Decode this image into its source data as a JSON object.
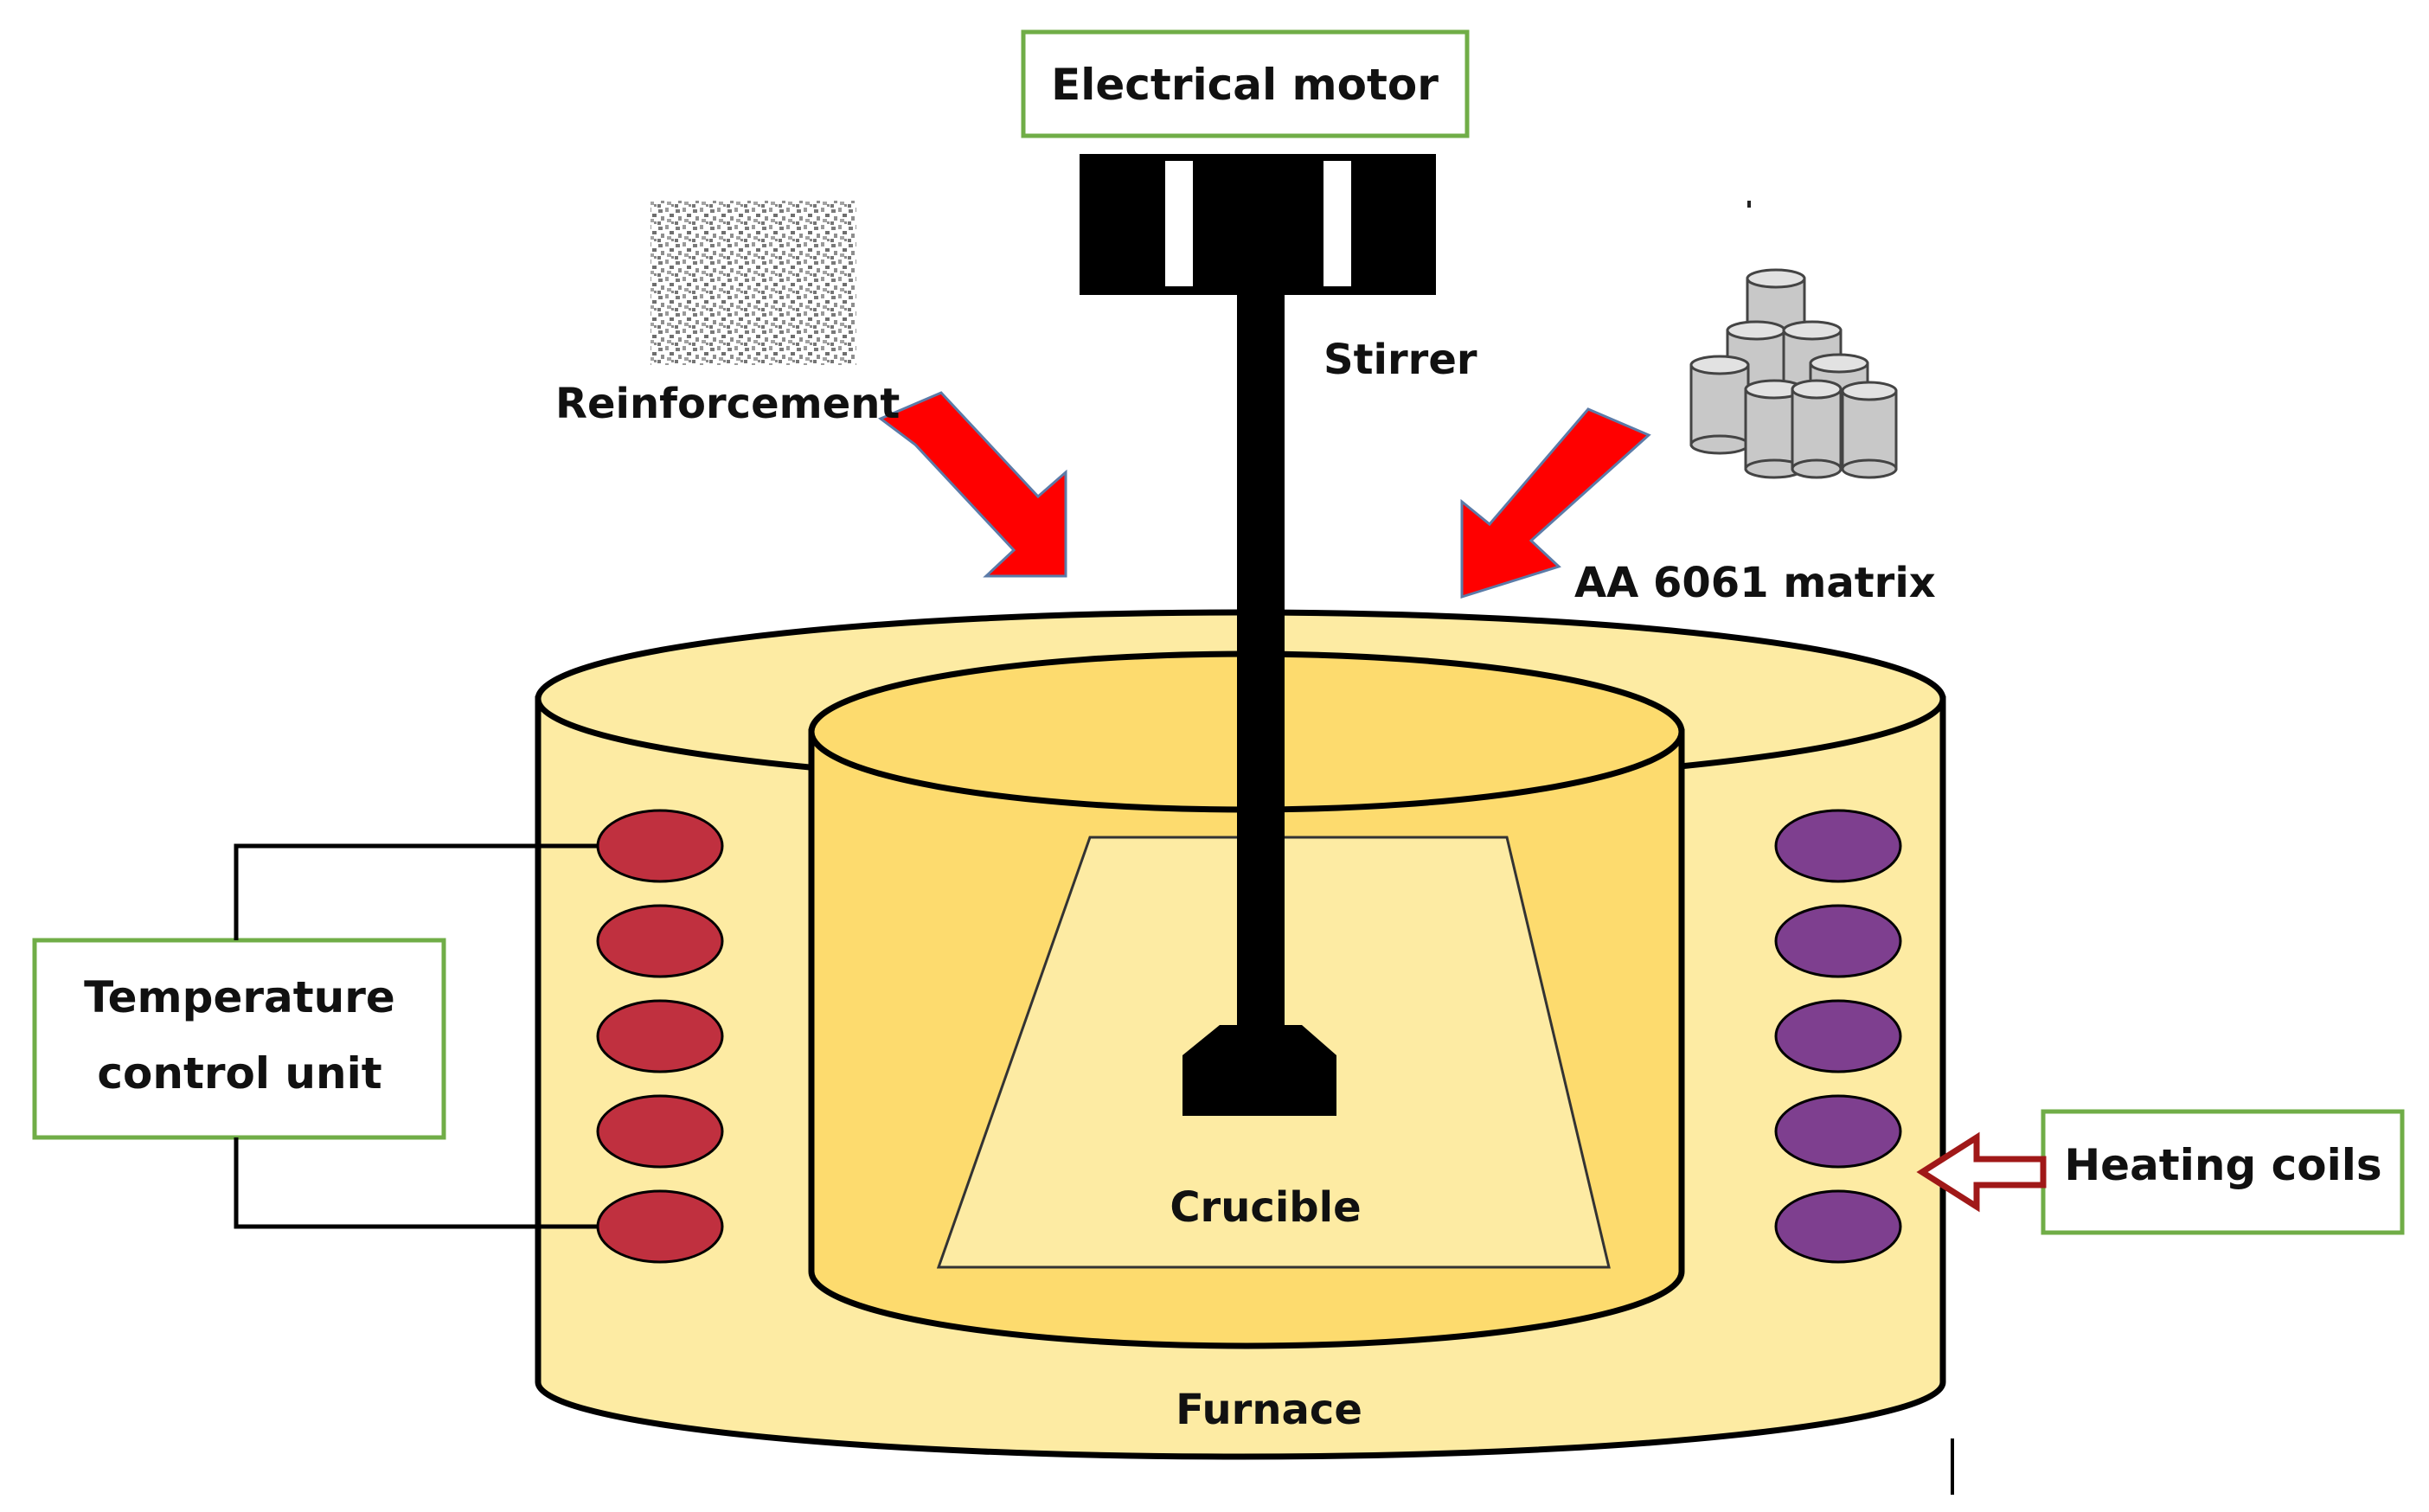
{
  "labels": {
    "electrical_motor": "Electrical motor",
    "stirrer": "Stirrer",
    "reinforcement": "Reinforcement",
    "matrix": "AA 6061 matrix",
    "temperature_control_line1": "Temperature",
    "temperature_control_line2": "control unit",
    "heating_coils": "Heating coils",
    "crucible": "Crucible",
    "furnace": "Furnace"
  },
  "colors": {
    "furnace_fill": "#FDEBA3",
    "crucible_fill": "#FDDB6E",
    "crucible_inner": "#FDEBA3",
    "box_border": "#70AD47",
    "arrow_red": "#FF0000",
    "arrow_outline": "#5B7BA8",
    "coil_red": "#C0303F",
    "coil_purple": "#7E3F8F",
    "heating_arrow": "#A01818",
    "pellet_fill": "#C8C8C8",
    "powder_fill": "#888888"
  },
  "coils": {
    "left_count": 5,
    "right_count": 5
  }
}
